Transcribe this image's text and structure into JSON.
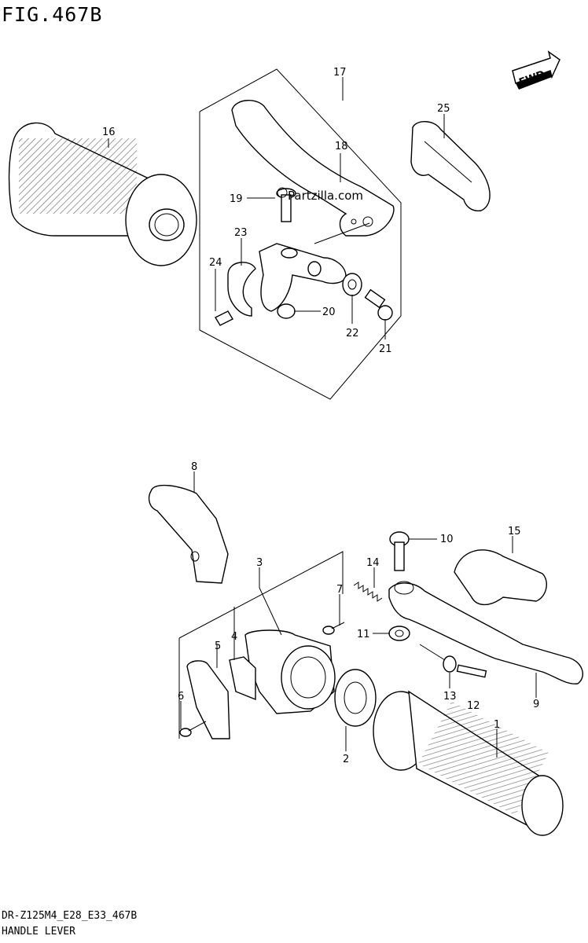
{
  "figure_title": "FIG.467B",
  "fwd_label": "FWD",
  "watermark": "Partzilla.com",
  "footer_code": "DR-Z125M4_E28_E33_467B",
  "footer_name": "HANDLE LEVER",
  "callouts": {
    "c1": "1",
    "c2": "2",
    "c3": "3",
    "c4": "4",
    "c5": "5",
    "c6": "6",
    "c7": "7",
    "c8": "8",
    "c9": "9",
    "c10": "10",
    "c11": "11",
    "c12": "12",
    "c13": "13",
    "c14": "14",
    "c15": "15",
    "c16": "16",
    "c17": "17",
    "c18": "18",
    "c19": "19",
    "c20": "20",
    "c21": "21",
    "c22": "22",
    "c23": "23",
    "c24": "24",
    "c25": "25"
  }
}
